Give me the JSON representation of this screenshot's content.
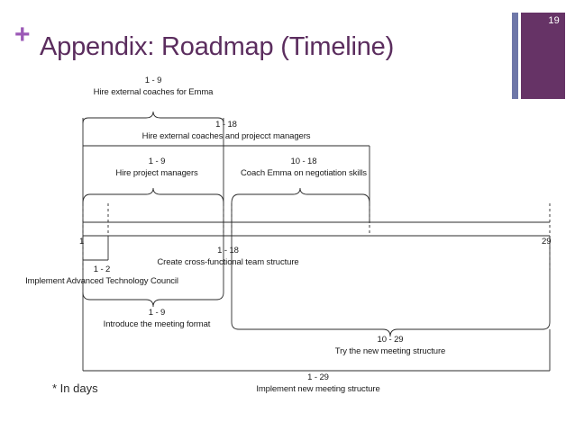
{
  "slide": {
    "page_number": "19",
    "plus_mark": "+",
    "title": "Appendix: Roadmap (Timeline)",
    "footnote": "* In days",
    "accent_purple": "#663366",
    "accent_stripe": "#6E77A8",
    "title_color": "#5B2D5E",
    "plus_color": "#9B59B6"
  },
  "axis": {
    "start_label": "1",
    "end_label": "29",
    "unit_note": "In days"
  },
  "chart_data": {
    "type": "timeline",
    "title": "Appendix: Roadmap (Timeline)",
    "xlabel": "Days",
    "xlim": [
      1,
      29
    ],
    "tasks": [
      {
        "id": "hire-external-coaches-for-emma",
        "range": "1 - 9",
        "start": 1,
        "end": 9,
        "label": "Hire external coaches for Emma"
      },
      {
        "id": "hire-external-coaches-and-pms",
        "range": "1 - 18",
        "start": 1,
        "end": 18,
        "label": "Hire external coaches and projecct managers"
      },
      {
        "id": "hire-project-managers",
        "range": "1 - 9",
        "start": 1,
        "end": 9,
        "label": "Hire project managers"
      },
      {
        "id": "coach-emma-on-negotiation-skills",
        "range": "10 - 18",
        "start": 10,
        "end": 18,
        "label": "Coach Emma on negotiation skills"
      },
      {
        "id": "implement-advanced-technology-council",
        "range": "1 - 2",
        "start": 1,
        "end": 2,
        "label": "Implement Advanced Technology Council"
      },
      {
        "id": "create-cross-functional-team-structure",
        "range": "1 - 18",
        "start": 1,
        "end": 18,
        "label": "Create cross-functional team structure"
      },
      {
        "id": "introduce-the-meeting-format",
        "range": "1 - 9",
        "start": 1,
        "end": 9,
        "label": "Introduce the meeting format"
      },
      {
        "id": "try-the-new-meeting-structure",
        "range": "10 - 29",
        "start": 10,
        "end": 29,
        "label": "Try the new meeting structure"
      },
      {
        "id": "implement-new-meeting-structure",
        "range": "1 - 29",
        "start": 1,
        "end": 29,
        "label": "Implement new meeting structure"
      }
    ]
  },
  "labels": {
    "t1_range": "1 - 9",
    "t1_desc": "Hire external coaches for Emma",
    "t2_range": "1 - 18",
    "t2_desc": "Hire external coaches and projecct managers",
    "t3_range": "1 - 9",
    "t3_desc": "Hire project managers",
    "t4_range": "10 - 18",
    "t4_desc": "Coach Emma on negotiation skills",
    "t5_range": "1 - 2",
    "t5_desc": "Implement Advanced Technology Council",
    "t6_range": "1 - 18",
    "t6_desc": "Create cross-functional team structure",
    "t7_range": "1 - 9",
    "t7_desc": "Introduce the meeting format",
    "t8_range": "10 - 29",
    "t8_desc": "Try the new meeting structure",
    "t9_range": "1 - 29",
    "t9_desc": "Implement new meeting structure"
  }
}
